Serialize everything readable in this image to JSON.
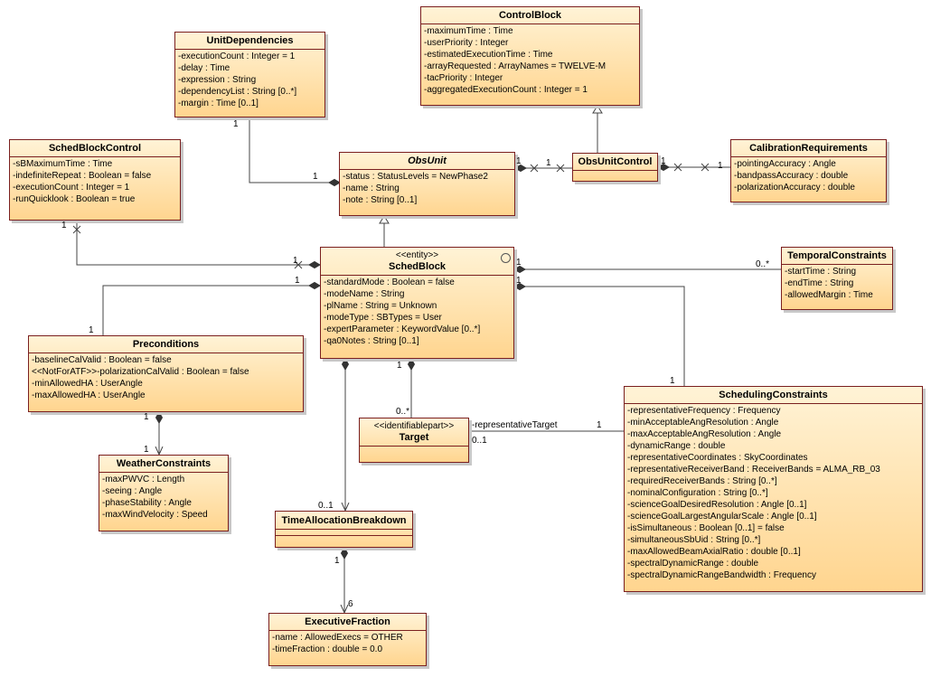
{
  "classes": {
    "control_block": {
      "name": "ControlBlock",
      "attrs": [
        "-maximumTime : Time",
        "-userPriority : Integer",
        "-estimatedExecutionTime : Time",
        "-arrayRequested : ArrayNames = TWELVE-M",
        "-tacPriority : Integer",
        "-aggregatedExecutionCount : Integer = 1"
      ]
    },
    "unit_dependencies": {
      "name": "UnitDependencies",
      "attrs": [
        "-executionCount : Integer = 1",
        "-delay : Time",
        "-expression : String",
        "-dependencyList : String [0..*]",
        "-margin : Time [0..1]"
      ]
    },
    "sched_block_control": {
      "name": "SchedBlockControl",
      "attrs": [
        "-sBMaximumTime : Time",
        "-indefiniteRepeat : Boolean = false",
        "-executionCount : Integer = 1",
        "-runQuicklook : Boolean = true"
      ]
    },
    "obs_unit": {
      "name": "ObsUnit",
      "attrs": [
        "-status : StatusLevels = NewPhase2",
        "-name : String",
        "-note : String [0..1]"
      ]
    },
    "obs_unit_control": {
      "name": "ObsUnitControl"
    },
    "calibration_requirements": {
      "name": "CalibrationRequirements",
      "attrs": [
        "-pointingAccuracy : Angle",
        "-bandpassAccuracy : double",
        "-polarizationAccuracy : double"
      ]
    },
    "temporal_constraints": {
      "name": "TemporalConstraints",
      "attrs": [
        "-startTime : String",
        "-endTime : String",
        "-allowedMargin : Time"
      ]
    },
    "sched_block": {
      "name": "SchedBlock",
      "stereotype": "<<entity>>",
      "attrs": [
        "-standardMode : Boolean = false",
        "-modeName : String",
        "-plName : String = Unknown",
        "-modeType : SBTypes = User",
        "-expertParameter : KeywordValue [0..*]",
        "-qa0Notes : String [0..1]"
      ]
    },
    "preconditions": {
      "name": "Preconditions",
      "attrs": [
        "-baselineCalValid : Boolean = false",
        "<<NotForATF>>-polarizationCalValid : Boolean = false",
        "-minAllowedHA : UserAngle",
        "-maxAllowedHA : UserAngle"
      ]
    },
    "weather_constraints": {
      "name": "WeatherConstraints",
      "attrs": [
        "-maxPWVC : Length",
        "-seeing : Angle",
        "-phaseStability : Angle",
        "-maxWindVelocity : Speed"
      ]
    },
    "target": {
      "name": "Target",
      "stereotype": "<<identifiablepart>>"
    },
    "time_allocation_breakdown": {
      "name": "TimeAllocationBreakdown"
    },
    "executive_fraction": {
      "name": "ExecutiveFraction",
      "attrs": [
        "-name : AllowedExecs = OTHER",
        "-timeFraction : double = 0.0"
      ]
    },
    "scheduling_constraints": {
      "name": "SchedulingConstraints",
      "attrs": [
        "-representativeFrequency : Frequency",
        "-minAcceptableAngResolution : Angle",
        "-maxAcceptableAngResolution : Angle",
        "-dynamicRange : double",
        "-representativeCoordinates : SkyCoordinates",
        "-representativeReceiverBand : ReceiverBands = ALMA_RB_03",
        "-requiredReceiverBands : String [0..*]",
        "-nominalConfiguration : String [0..*]",
        "-scienceGoalDesiredResolution : Angle [0..1]",
        "-scienceGoalLargestAngularScale : Angle [0..1]",
        "-isSimultaneous : Boolean [0..1] = false",
        "-simultaneousSbUid : String [0..*]",
        "-maxAllowedBeamAxialRatio : double [0..1]",
        "-spectralDynamicRange : double",
        "-spectralDynamicRangeBandwidth : Frequency"
      ]
    }
  },
  "multiplicities": {
    "ud_end": "1",
    "obsunit_ud_end": "1",
    "sbc_end": "1",
    "sb_sbc_end": "1",
    "ou_ouc_end": "1",
    "ouc_ou_end": "1",
    "ouc_cal_end": "1",
    "cal_end": "1",
    "sb_tc_end": "1",
    "tc_end": "0..*",
    "sb_pre_end": "1",
    "pre_end": "1",
    "sb_sc_end": "1",
    "sc_end": "1",
    "pre_wc_end": "1",
    "wc_end": "1",
    "sb_target_end": "1",
    "target_end": "0..*",
    "tab_end": "0..1",
    "tab_ef_end": "1",
    "ef_end": "6",
    "target_sc_role": "-representativeTarget",
    "target_sc_mult": "0..1",
    "sc_target_end": "1"
  }
}
